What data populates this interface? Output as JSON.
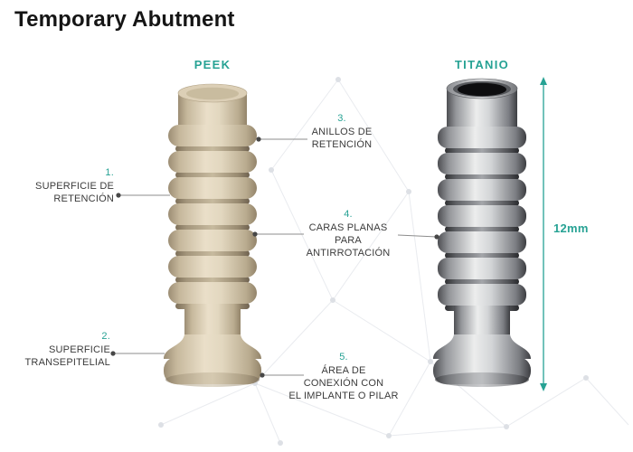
{
  "title": "Temporary Abutment",
  "columns": {
    "peek": "PEEK",
    "titanio": "TITANIO"
  },
  "annotations": [
    {
      "number": "1.",
      "text": "SUPERFICIE DE RETENCIÓN",
      "lines": [
        "SUPERFICIE DE",
        "RETENCIÓN"
      ]
    },
    {
      "number": "2.",
      "text": "SUPERFICIE TRANSEPITELIAL",
      "lines": [
        "SUPERFICIE",
        "TRANSEPITELIAL"
      ]
    },
    {
      "number": "3.",
      "text": "ANILLOS DE RETENCIÓN",
      "lines": [
        "ANILLOS DE",
        "RETENCIÓN"
      ]
    },
    {
      "number": "4.",
      "text": "CARAS PLANAS PARA ANTIRROTACIÓN",
      "lines": [
        "CARAS PLANAS",
        "PARA",
        "ANTIRROTACIÓN"
      ]
    },
    {
      "number": "5.",
      "text": "ÁREA DE CONEXIÓN CON EL IMPLANTE O PILAR",
      "lines": [
        "ÁREA DE",
        "CONEXIÓN CON",
        "EL IMPLANTE O PILAR"
      ]
    }
  ],
  "measurement": {
    "label": "12mm"
  },
  "colors": {
    "accent": "#27A294",
    "title": "#151515",
    "label": "#3B3B3B",
    "peek": "#D8CCB2",
    "titanium": "#9B9DA1"
  }
}
